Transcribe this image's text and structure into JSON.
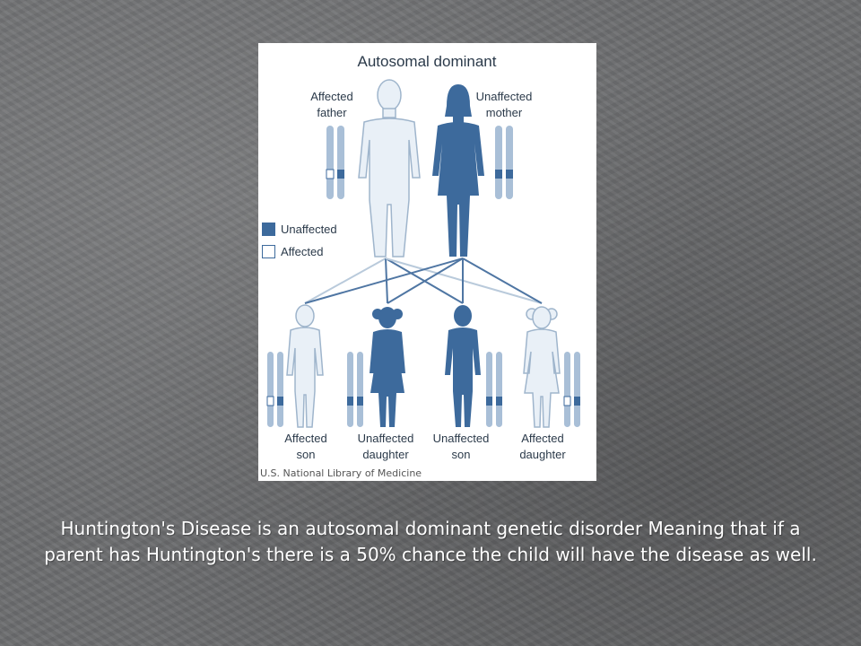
{
  "colors": {
    "unaffected": "#3d6a9c",
    "affected_fill": "#e9f0f7",
    "affected_stroke": "#9fb5cc",
    "chromosome": "#a9bfd7",
    "line_dark": "#4f76a3",
    "line_light": "#b9cadb"
  },
  "diagram": {
    "title": "Autosomal dominant",
    "father": {
      "line1": "Affected",
      "line2": "father"
    },
    "mother": {
      "line1": "Unaffected",
      "line2": "mother"
    },
    "legend": {
      "unaffected": "Unaffected",
      "affected": "Affected"
    },
    "children": [
      {
        "line1": "Affected",
        "line2": "son"
      },
      {
        "line1": "Unaffected",
        "line2": "daughter"
      },
      {
        "line1": "Unaffected",
        "line2": "son"
      },
      {
        "line1": "Affected",
        "line2": "daughter"
      }
    ],
    "credit": "U.S. National Library of Medicine"
  },
  "caption": "Huntington's Disease is an autosomal dominant genetic disorder Meaning that if a parent has Huntington's there is a 50% chance the child will have the disease as well."
}
